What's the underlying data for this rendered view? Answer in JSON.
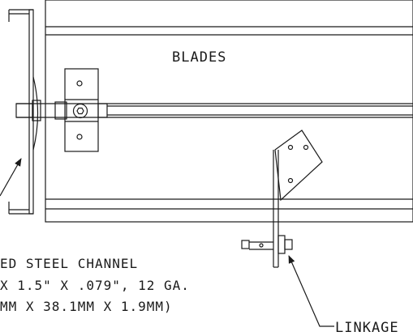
{
  "drawing": {
    "labels": {
      "blades": "BLADES",
      "linkage": "LINKAGE",
      "channel": {
        "line1": "ED STEEL CHANNEL",
        "line2": "X 1.5\" X .079\", 12 GA.",
        "line3": "MM X 38.1MM X 1.9MM)"
      }
    },
    "colors": {
      "line": "#1a1a1a",
      "background": "#ffffff"
    }
  }
}
